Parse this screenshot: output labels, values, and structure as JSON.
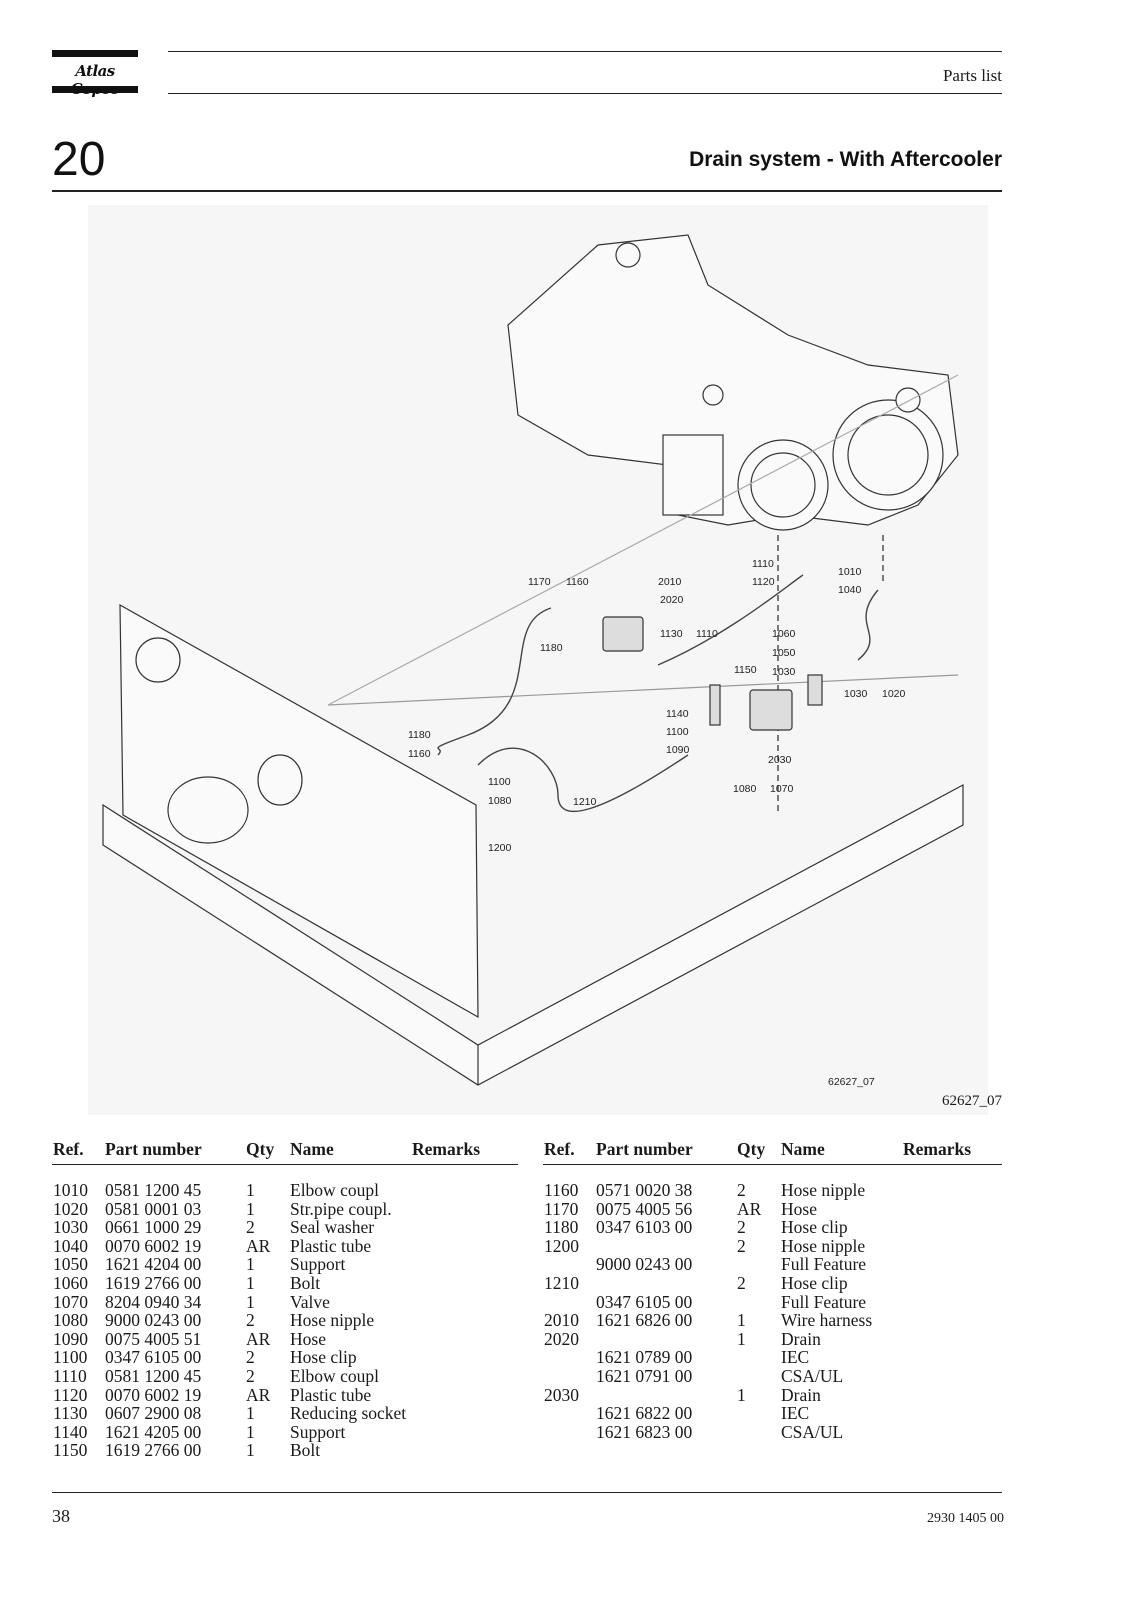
{
  "header": {
    "brand": "Atlas Copco",
    "label": "Parts list"
  },
  "section": {
    "number": "20",
    "title": "Drain system - With Aftercooler"
  },
  "figure": {
    "code": "62627_07",
    "inner_code": "62627_07",
    "callouts": [
      "1010",
      "1020",
      "1030",
      "1040",
      "1050",
      "1060",
      "1070",
      "1080",
      "1090",
      "1100",
      "1110",
      "1120",
      "1130",
      "1140",
      "1150",
      "1160",
      "1170",
      "1180",
      "1200",
      "1210",
      "2010",
      "2020",
      "2030"
    ]
  },
  "table": {
    "headers": {
      "ref": "Ref.",
      "part": "Part number",
      "qty": "Qty",
      "name": "Name",
      "remarks": "Remarks"
    },
    "left_rows": [
      {
        "ref": "1010",
        "part": "0581 1200 45",
        "qty": "1",
        "name": "Elbow coupl"
      },
      {
        "ref": "1020",
        "part": "0581 0001 03",
        "qty": "1",
        "name": "Str.pipe coupl."
      },
      {
        "ref": "1030",
        "part": "0661 1000 29",
        "qty": "2",
        "name": "Seal washer"
      },
      {
        "ref": "1040",
        "part": "0070 6002 19",
        "qty": "AR",
        "name": "Plastic tube"
      },
      {
        "ref": "1050",
        "part": "1621 4204 00",
        "qty": "1",
        "name": "Support"
      },
      {
        "ref": "1060",
        "part": "1619 2766 00",
        "qty": "1",
        "name": "Bolt"
      },
      {
        "ref": "1070",
        "part": "8204 0940 34",
        "qty": "1",
        "name": "Valve"
      },
      {
        "ref": "1080",
        "part": "9000 0243 00",
        "qty": "2",
        "name": "Hose nipple"
      },
      {
        "ref": "1090",
        "part": "0075 4005 51",
        "qty": "AR",
        "name": "Hose"
      },
      {
        "ref": "1100",
        "part": "0347 6105 00",
        "qty": "2",
        "name": "Hose clip"
      },
      {
        "ref": "1110",
        "part": "0581 1200 45",
        "qty": "2",
        "name": "Elbow coupl"
      },
      {
        "ref": "1120",
        "part": "0070 6002 19",
        "qty": "AR",
        "name": "Plastic tube"
      },
      {
        "ref": "1130",
        "part": "0607 2900 08",
        "qty": "1",
        "name": "Reducing socket"
      },
      {
        "ref": "1140",
        "part": "1621 4205 00",
        "qty": "1",
        "name": "Support"
      },
      {
        "ref": "1150",
        "part": "1619 2766 00",
        "qty": "1",
        "name": "Bolt"
      }
    ],
    "right_rows": [
      {
        "ref": "1160",
        "part": "0571 0020 38",
        "qty": "2",
        "name": "Hose nipple"
      },
      {
        "ref": "1170",
        "part": "0075 4005 56",
        "qty": "AR",
        "name": "Hose"
      },
      {
        "ref": "1180",
        "part": "0347 6103 00",
        "qty": "2",
        "name": "Hose clip"
      },
      {
        "ref": "1200",
        "part": "",
        "qty": "2",
        "name": "Hose nipple"
      },
      {
        "ref": "",
        "part": "9000 0243 00",
        "qty": "",
        "name": "Full Feature"
      },
      {
        "ref": "1210",
        "part": "",
        "qty": "2",
        "name": "Hose clip"
      },
      {
        "ref": "",
        "part": "0347 6105 00",
        "qty": "",
        "name": "Full Feature"
      },
      {
        "ref": "2010",
        "part": "1621 6826 00",
        "qty": "1",
        "name": "Wire harness"
      },
      {
        "ref": "2020",
        "part": "",
        "qty": "1",
        "name": "Drain"
      },
      {
        "ref": "",
        "part": "1621 0789 00",
        "qty": "",
        "name": "IEC"
      },
      {
        "ref": "",
        "part": "1621 0791 00",
        "qty": "",
        "name": "CSA/UL"
      },
      {
        "ref": "2030",
        "part": "",
        "qty": "1",
        "name": "Drain"
      },
      {
        "ref": "",
        "part": "1621 6822 00",
        "qty": "",
        "name": "IEC"
      },
      {
        "ref": "",
        "part": "1621 6823 00",
        "qty": "",
        "name": "CSA/UL"
      }
    ]
  },
  "footer": {
    "page": "38",
    "doc_number": "2930 1405 00"
  }
}
